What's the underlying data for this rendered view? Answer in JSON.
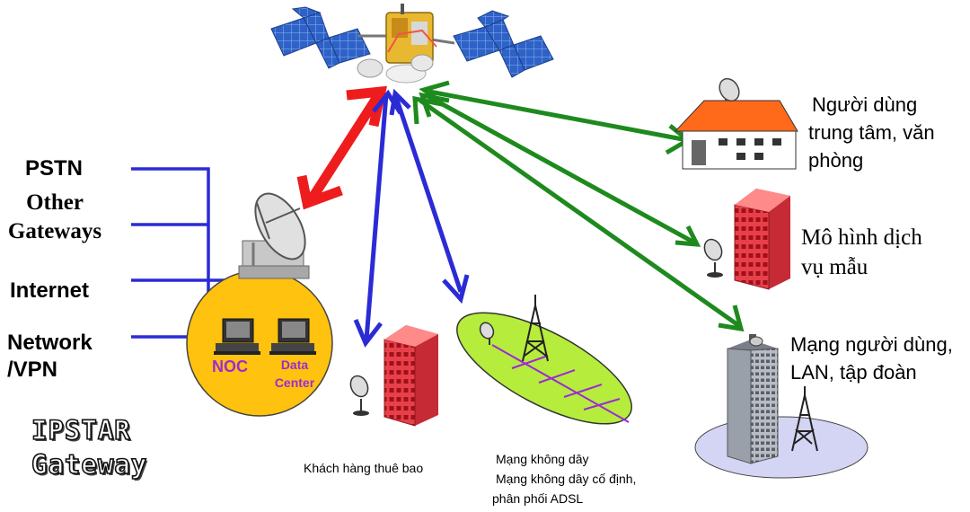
{
  "gateway": {
    "connections": [
      "PSTN",
      "Other Gateways",
      "Internet",
      "Network /VPN"
    ],
    "noc_label": "NOC",
    "datacenter_label": "Data Center",
    "title_line1": "IPSTAR",
    "title_line2": "Gateway"
  },
  "endpoints": {
    "office_users": [
      "Người dùng",
      "trung tâm, văn",
      "phòng"
    ],
    "sample_service": [
      "Mô hình dịch",
      "vụ mẫu"
    ],
    "enterprise_lan": [
      "Mạng người dùng,",
      "LAN, tập đoàn"
    ],
    "subscriber": "Khách hàng thuê bao",
    "wireless": [
      "Mạng không dây",
      "Mạng không dây cố định,",
      "phân phối ADSL"
    ]
  },
  "colors": {
    "red_link": "#ee1c1c",
    "blue_link": "#2b2bd6",
    "green_link": "#1e8a1e",
    "gateway_fill": "#ffc20e",
    "wireless_fill": "#b6ec3c",
    "building_red": "#e8404a",
    "roof_orange": "#ff6a1a"
  }
}
